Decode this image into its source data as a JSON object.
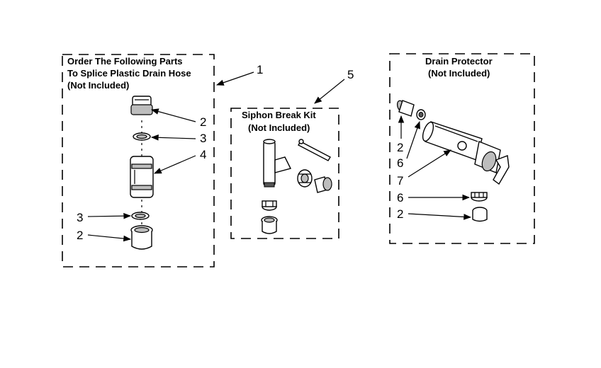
{
  "left_box": {
    "title_line1": "Order The Following Parts",
    "title_line2": "To Splice Plastic Drain Hose",
    "title_line3": "(Not Included)",
    "callout": "1",
    "labels": [
      "2",
      "3",
      "4",
      "3",
      "2"
    ]
  },
  "middle_box": {
    "title_line1": "Siphon Break Kit",
    "title_line2": "(Not Included)",
    "callout": "5"
  },
  "right_box": {
    "title_line1": "Drain Protector",
    "title_line2": "(Not Included)",
    "labels": [
      "2",
      "6",
      "7",
      "6",
      "2"
    ]
  }
}
